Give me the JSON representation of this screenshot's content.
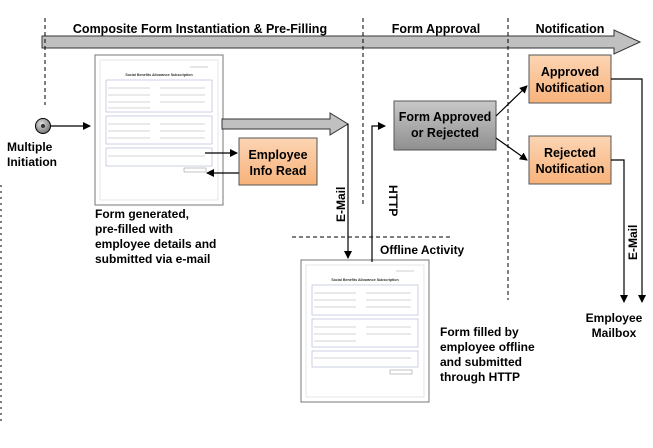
{
  "phases": {
    "composite": "Composite Form Instantiation & Pre-Filling",
    "approval": "Form Approval",
    "notification": "Notification"
  },
  "nodes": {
    "start": {
      "line1": "Multiple",
      "line2": "Initiation"
    },
    "employee_info": {
      "line1": "Employee",
      "line2": "Info Read"
    },
    "form_decision": {
      "line1": "Form Approved",
      "line2": "or Rejected"
    },
    "approved": {
      "line1": "Approved",
      "line2": "Notification"
    },
    "rejected": {
      "line1": "Rejected",
      "line2": "Notification"
    },
    "mailbox": {
      "line1": "Employee",
      "line2": "Mailbox"
    }
  },
  "labels": {
    "email_1": "E-Mail",
    "http": "HTTP",
    "email_2": "E-Mail",
    "offline": "Offline Activity"
  },
  "captions": {
    "generated": [
      "Form generated,",
      "pre-filled with",
      "employee details and",
      "submitted via e-mail"
    ],
    "filled": [
      "Form filled by",
      "employee offline",
      "and submitted",
      "through HTTP"
    ]
  },
  "form_doc": {
    "title": "Social Benefits Allowance Subscription"
  },
  "colors": {
    "orange_box": "#FAC090",
    "gray_box": "#A6A6A6",
    "arrow_fill": "#C0C0C0"
  }
}
